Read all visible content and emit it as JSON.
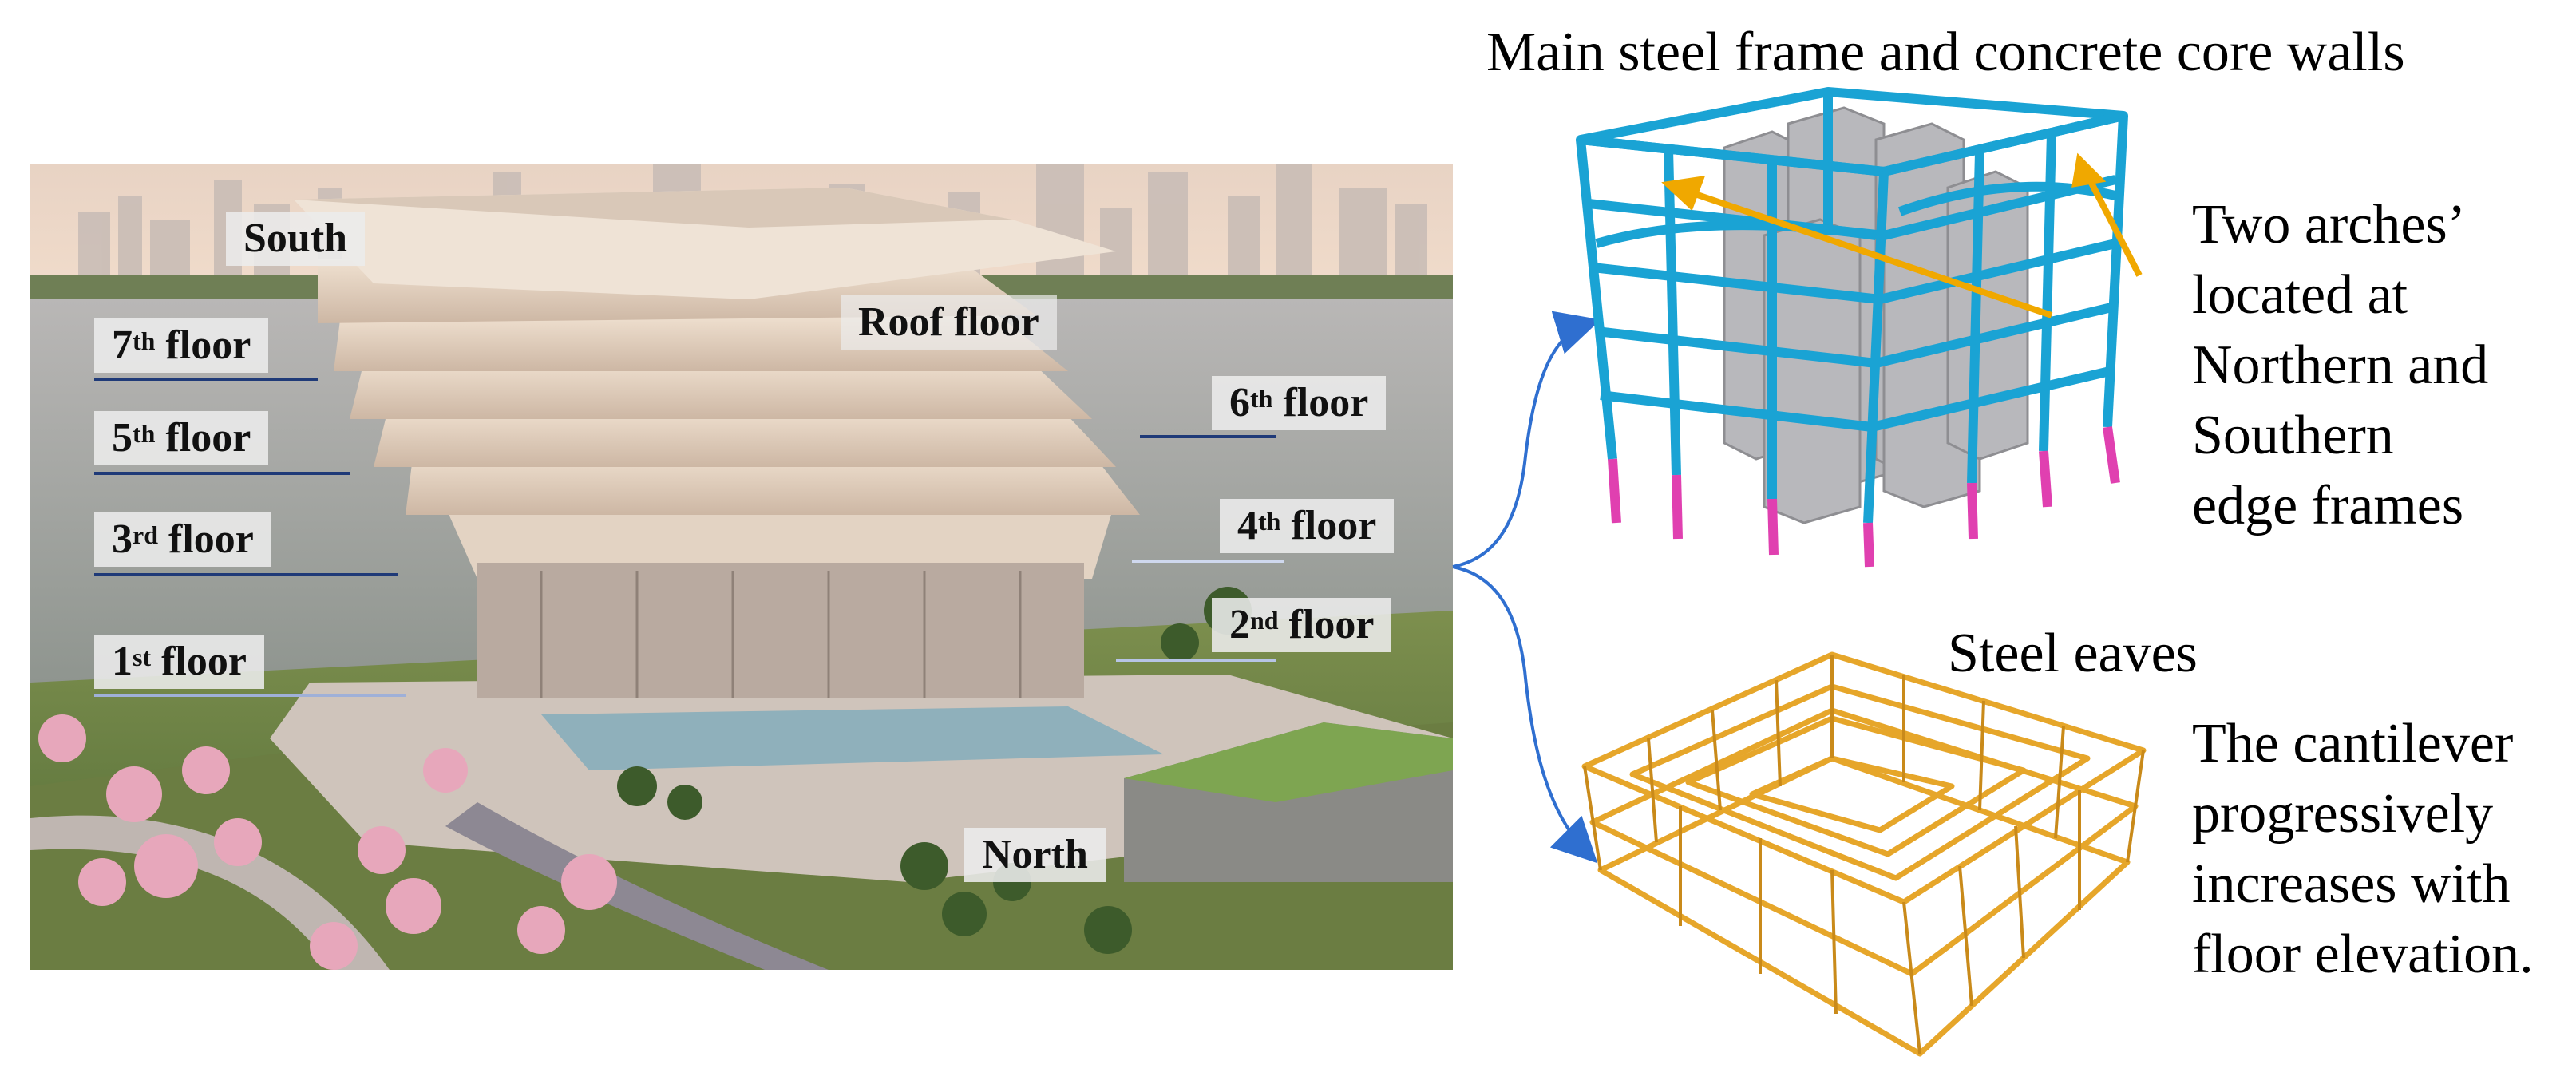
{
  "photo": {
    "labels": {
      "south": "South",
      "roof": "Roof floor",
      "north": "North",
      "floor7_num": "7",
      "floor7_sup": "th",
      "floor7_word": "floor",
      "floor6_num": "6",
      "floor6_sup": "th",
      "floor6_word": "floor",
      "floor5_num": "5",
      "floor5_sup": "th",
      "floor5_word": "floor",
      "floor4_num": "4",
      "floor4_sup": "th",
      "floor4_word": "floor",
      "floor3_num": "3",
      "floor3_sup": "rd",
      "floor3_word": "floor",
      "floor2_num": "2",
      "floor2_sup": "nd",
      "floor2_word": "floor",
      "floor1_num": "1",
      "floor1_sup": "st",
      "floor1_word": "floor"
    }
  },
  "frame": {
    "title": "Main steel frame and concrete core walls",
    "desc_lines": [
      "Two arches’",
      "located at",
      "Northern and",
      "Southern",
      "edge frames"
    ]
  },
  "eaves": {
    "title": "Steel eaves",
    "desc_lines": [
      "The cantilever",
      "progressively",
      "increases with",
      "floor elevation."
    ]
  },
  "colors": {
    "steel_frame": "#1aa3d4",
    "core_walls": "#b8b8bc",
    "column_base": "#e040b0",
    "arch_arrow": "#f0a800",
    "eaves": "#e6a62a",
    "connector": "#2f6fd0",
    "floor_line": "#1f3a78"
  },
  "icons": [
    "arrow-left-to-right-icon"
  ]
}
